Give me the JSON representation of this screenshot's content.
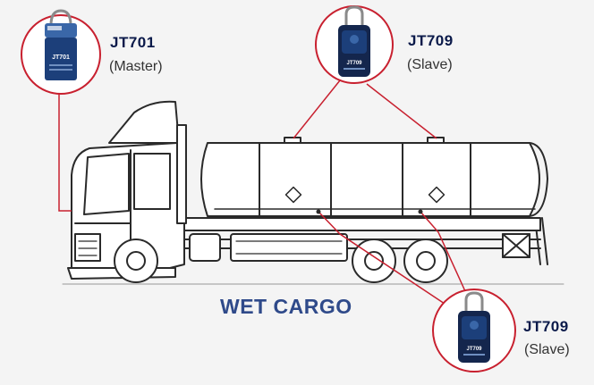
{
  "devices": [
    {
      "model": "JT701",
      "role": "(Master)",
      "body_text": "JT701"
    },
    {
      "model": "JT709",
      "role": "(Slave)",
      "body_text": "JT709"
    },
    {
      "model": "JT709",
      "role": "(Slave)",
      "body_text": "JT709"
    }
  ],
  "caption": "WET CARGO",
  "colors": {
    "connector": "#c8202f",
    "circle_ring": "#c8202f",
    "device_body": "#1c3f7a",
    "device_dark": "#14264d",
    "caption": "#2f4a8a",
    "model_text": "#0b1a4a",
    "line_art": "#2a2a2a"
  }
}
